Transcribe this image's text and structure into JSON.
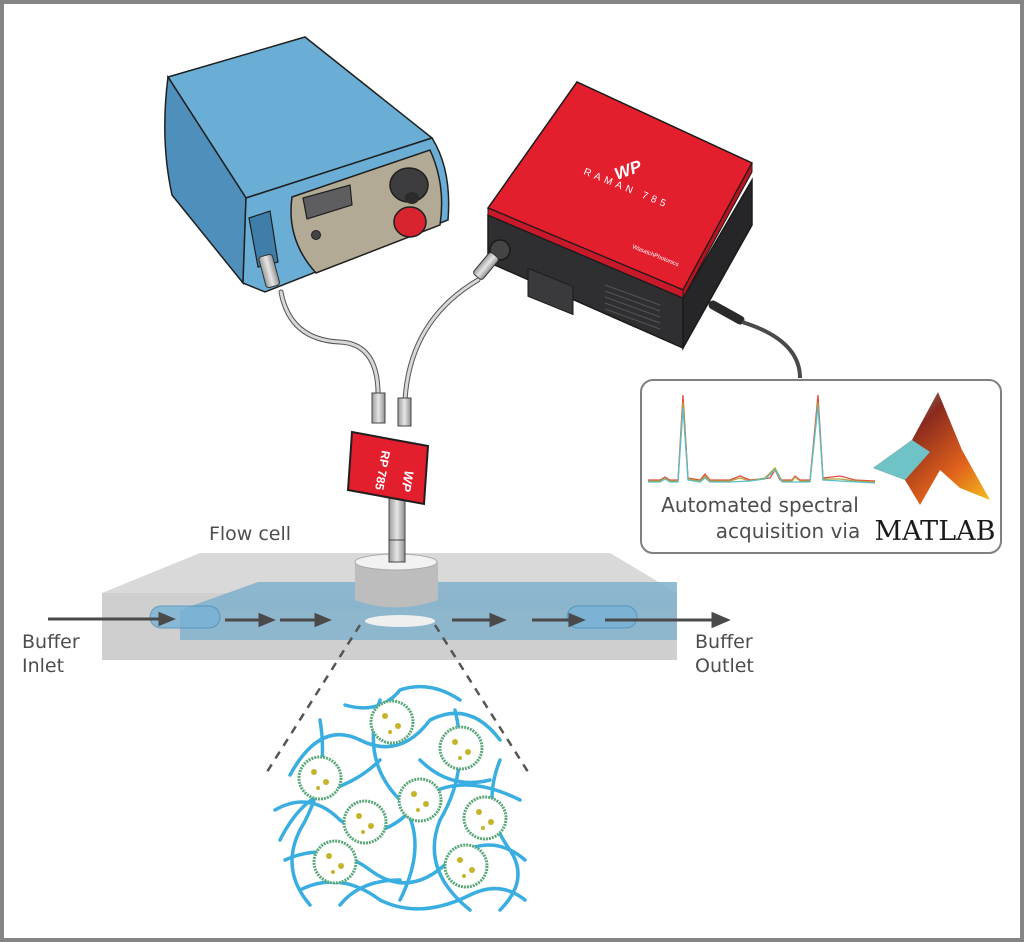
{
  "figure": {
    "title": "Raman flow cell measurement setup",
    "labels": {
      "flow_cell": "Flow cell",
      "inlet_line1": "Buffer",
      "inlet_line2": "Inlet",
      "outlet_line1": "Buffer",
      "outlet_line2": "Outlet",
      "software_line1": "Automated spectral",
      "software_line2": "acquisition via",
      "software_name": "MATLAB"
    },
    "devices": {
      "laser": {
        "name": "laser-source"
      },
      "spectrometer": {
        "logo": "WP",
        "model": "RAMAN 785",
        "brand": "WasatchPhotonics"
      },
      "probe": {
        "logo": "WP",
        "model": "RP 785"
      }
    },
    "colors": {
      "laser_blue": "#69acd4",
      "spectrometer_red": "#e31e2d",
      "spectrometer_body": "#333333",
      "flow_channel": "#77a9c5",
      "flow_cell_gray": "#d9d9d9",
      "hydrogel_fiber": "#3aaee0",
      "vesicle_green": "#5aa87a",
      "border": "#858585"
    }
  }
}
